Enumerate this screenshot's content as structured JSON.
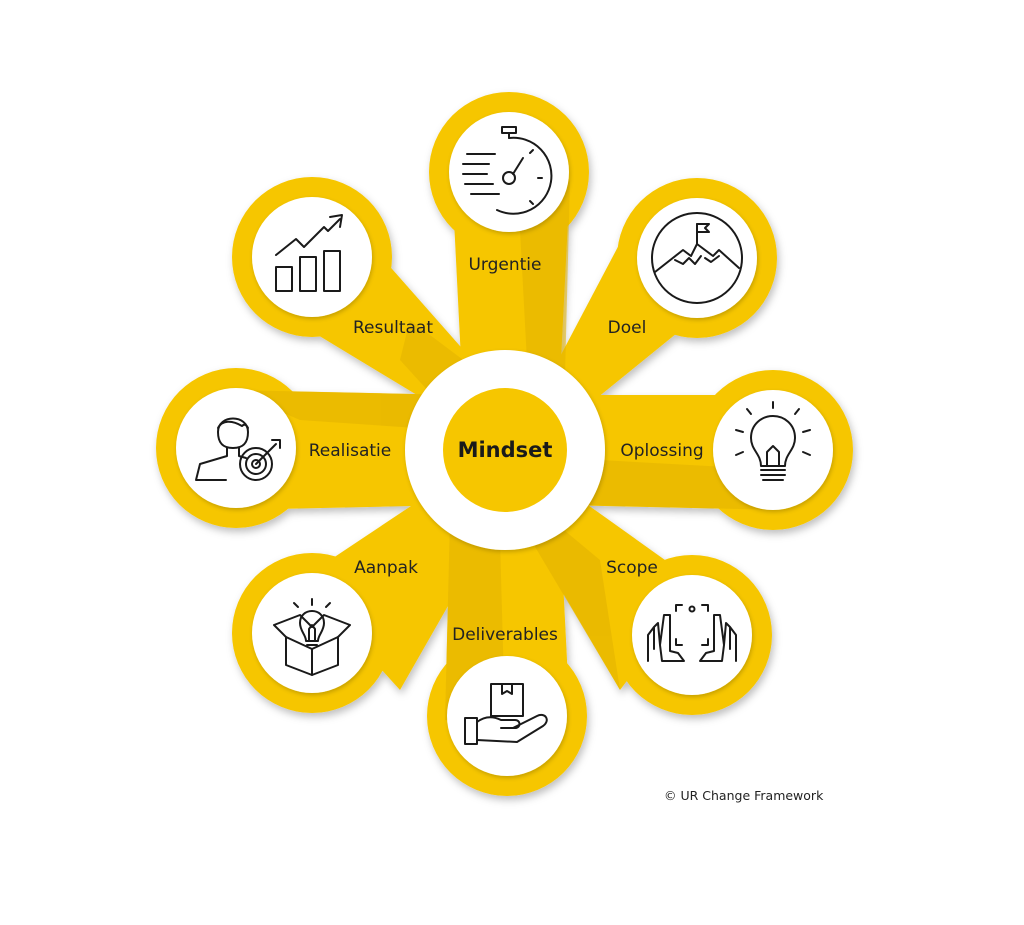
{
  "diagram": {
    "center_label": "Mindset",
    "petals": [
      {
        "label": "Urgentie",
        "icon": "stopwatch-icon"
      },
      {
        "label": "Doel",
        "icon": "mountain-flag-icon"
      },
      {
        "label": "Oplossing",
        "icon": "lightbulb-icon"
      },
      {
        "label": "Scope",
        "icon": "hands-framing-icon"
      },
      {
        "label": "Deliverables",
        "icon": "hand-package-icon"
      },
      {
        "label": "Aanpak",
        "icon": "box-lightbulb-icon"
      },
      {
        "label": "Realisatie",
        "icon": "person-target-icon"
      },
      {
        "label": "Resultaat",
        "icon": "growth-chart-icon"
      }
    ],
    "credit": "© UR Change Framework"
  },
  "colors": {
    "petal_yellow": "#f6c600",
    "petal_shade": "#e2b200",
    "circle_white": "#ffffff",
    "icon_line": "#1a1a1a"
  }
}
